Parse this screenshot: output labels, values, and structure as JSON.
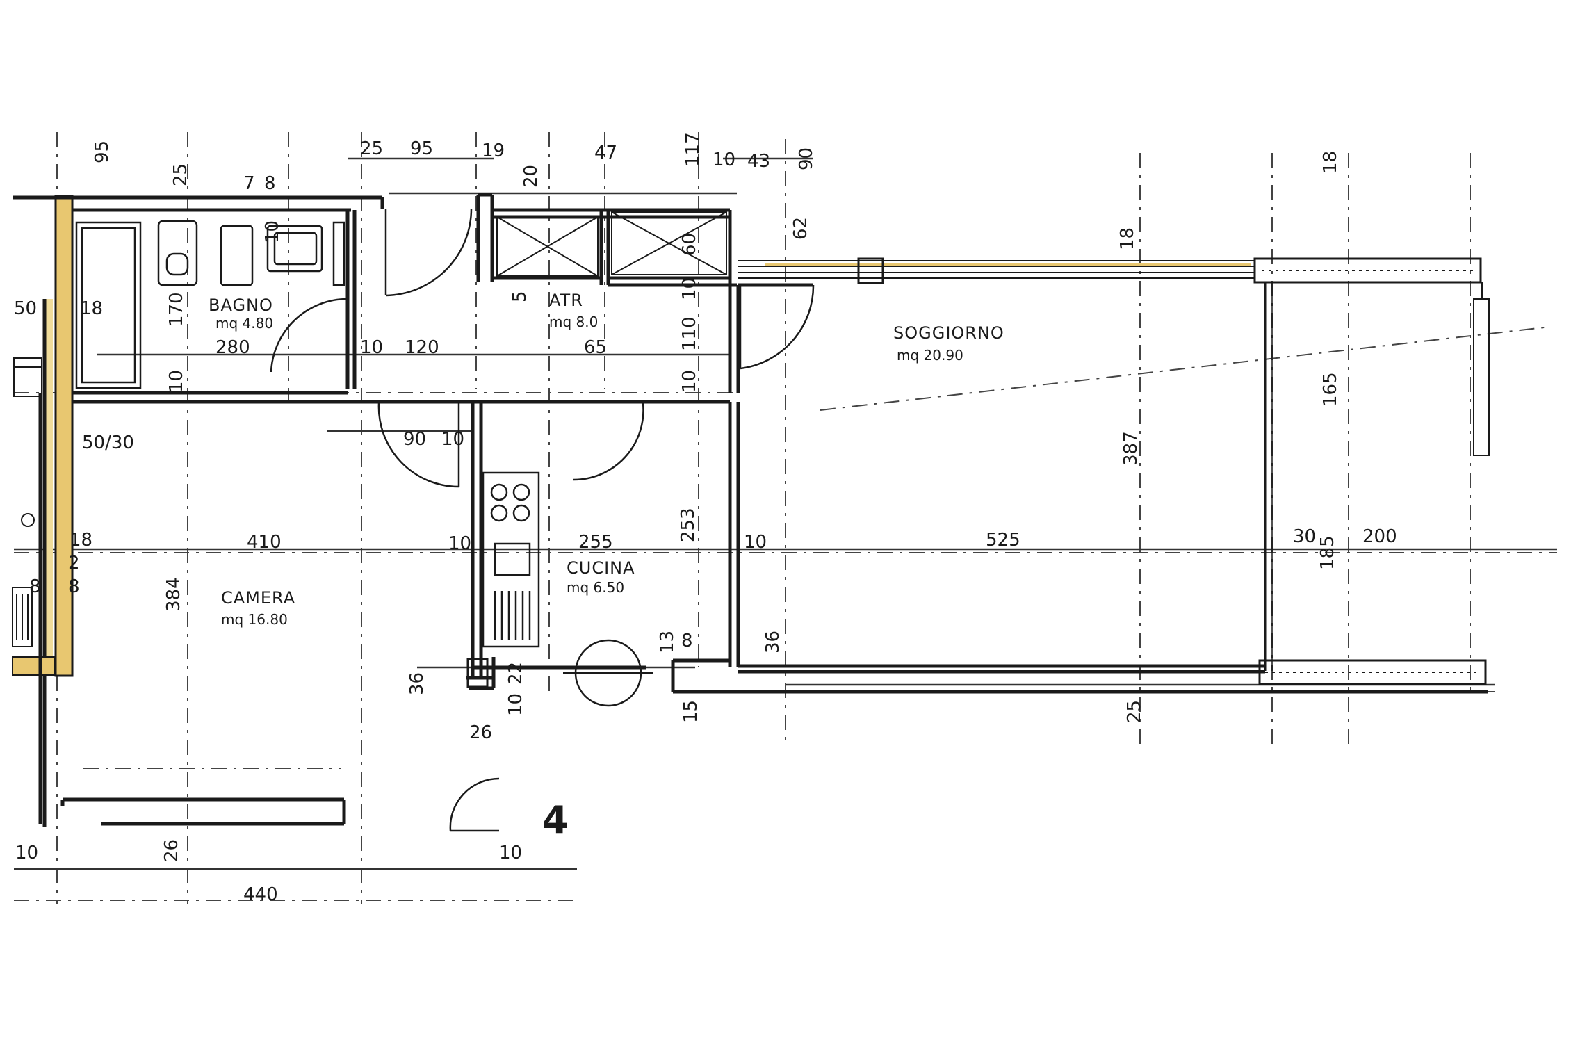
{
  "plan_number": "4",
  "rooms": {
    "bagno": {
      "name": "BAGNO",
      "area": "mq 4.80"
    },
    "atrio": {
      "name": "ATR",
      "area": "mq 8.0"
    },
    "soggiorno": {
      "name": "SOGGIORNO",
      "area": "mq 20.90"
    },
    "camera": {
      "name": "CAMERA",
      "area": "mq 16.80"
    },
    "cucina": {
      "name": "CUCINA",
      "area": "mq 6.50"
    }
  },
  "dimensions": {
    "d95a": "95",
    "d25a": "25",
    "d25b": "25",
    "d95b": "95",
    "d19": "19",
    "d47": "47",
    "d117": "117",
    "d10a": "10",
    "d43": "43",
    "d90a": "90",
    "d18a": "18",
    "d7": "7",
    "d8": "8",
    "d10b": "10",
    "d20": "20",
    "d60": "60",
    "d62": "62",
    "d18b": "18",
    "d50": "50",
    "d18c": "18",
    "d170": "170",
    "d280": "280",
    "d10c": "10",
    "d120": "120",
    "d65": "65",
    "d10d": "10",
    "d110": "110",
    "d10e": "10",
    "d10f": "10",
    "d5": "5",
    "d50_30": "50/30",
    "d90b": "90",
    "d10g": "10",
    "d165": "165",
    "d387": "387",
    "d18d": "18",
    "d2": "2",
    "d8b": "8",
    "d8c": "8",
    "d410": "410",
    "d10h": "10",
    "d255": "255",
    "d253": "253",
    "d10i": "10",
    "d525": "525",
    "d30": "30",
    "d185": "185",
    "d200": "200",
    "d384": "384",
    "d13": "13",
    "d8d": "8",
    "d36a": "36",
    "d36b": "36",
    "d22": "22",
    "d10j": "10",
    "d26a": "26",
    "d15": "15",
    "d25c": "25",
    "d26b": "26",
    "d10k": "10",
    "d10l": "10",
    "d440": "440"
  },
  "colors": {
    "line": "#1a1a1a",
    "thin": "#555555",
    "highlight": "#e8c770"
  }
}
